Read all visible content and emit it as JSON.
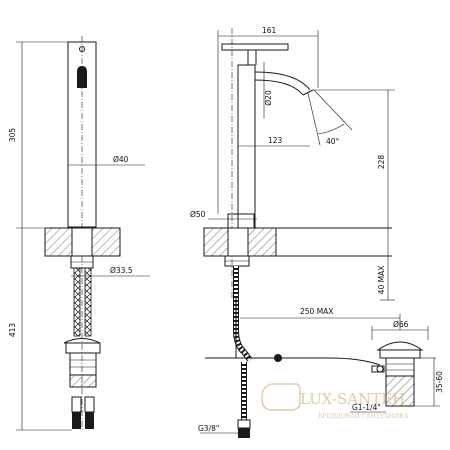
{
  "front_view": {
    "height_spout": "305",
    "height_total": "413",
    "dia_body": "Ø40",
    "dia_shank": "Ø33.5"
  },
  "side_view": {
    "width_top": "161",
    "dia_spout": "Ø20",
    "reach": "123",
    "angle": "40°",
    "spout_height": "228",
    "dia_base": "Ø50",
    "deck_max": "40 MAX",
    "pipe_length": "250 MAX",
    "thread_inlet": "G3/8\""
  },
  "waste_detail": {
    "dia_cap": "Ø66",
    "thread": "G1-1/4\"",
    "range": "35-60"
  },
  "watermark": {
    "brand": "LUX-SANTEH",
    "tagline": "БРЕНДОВАЯ САНТЕХНИКА"
  }
}
